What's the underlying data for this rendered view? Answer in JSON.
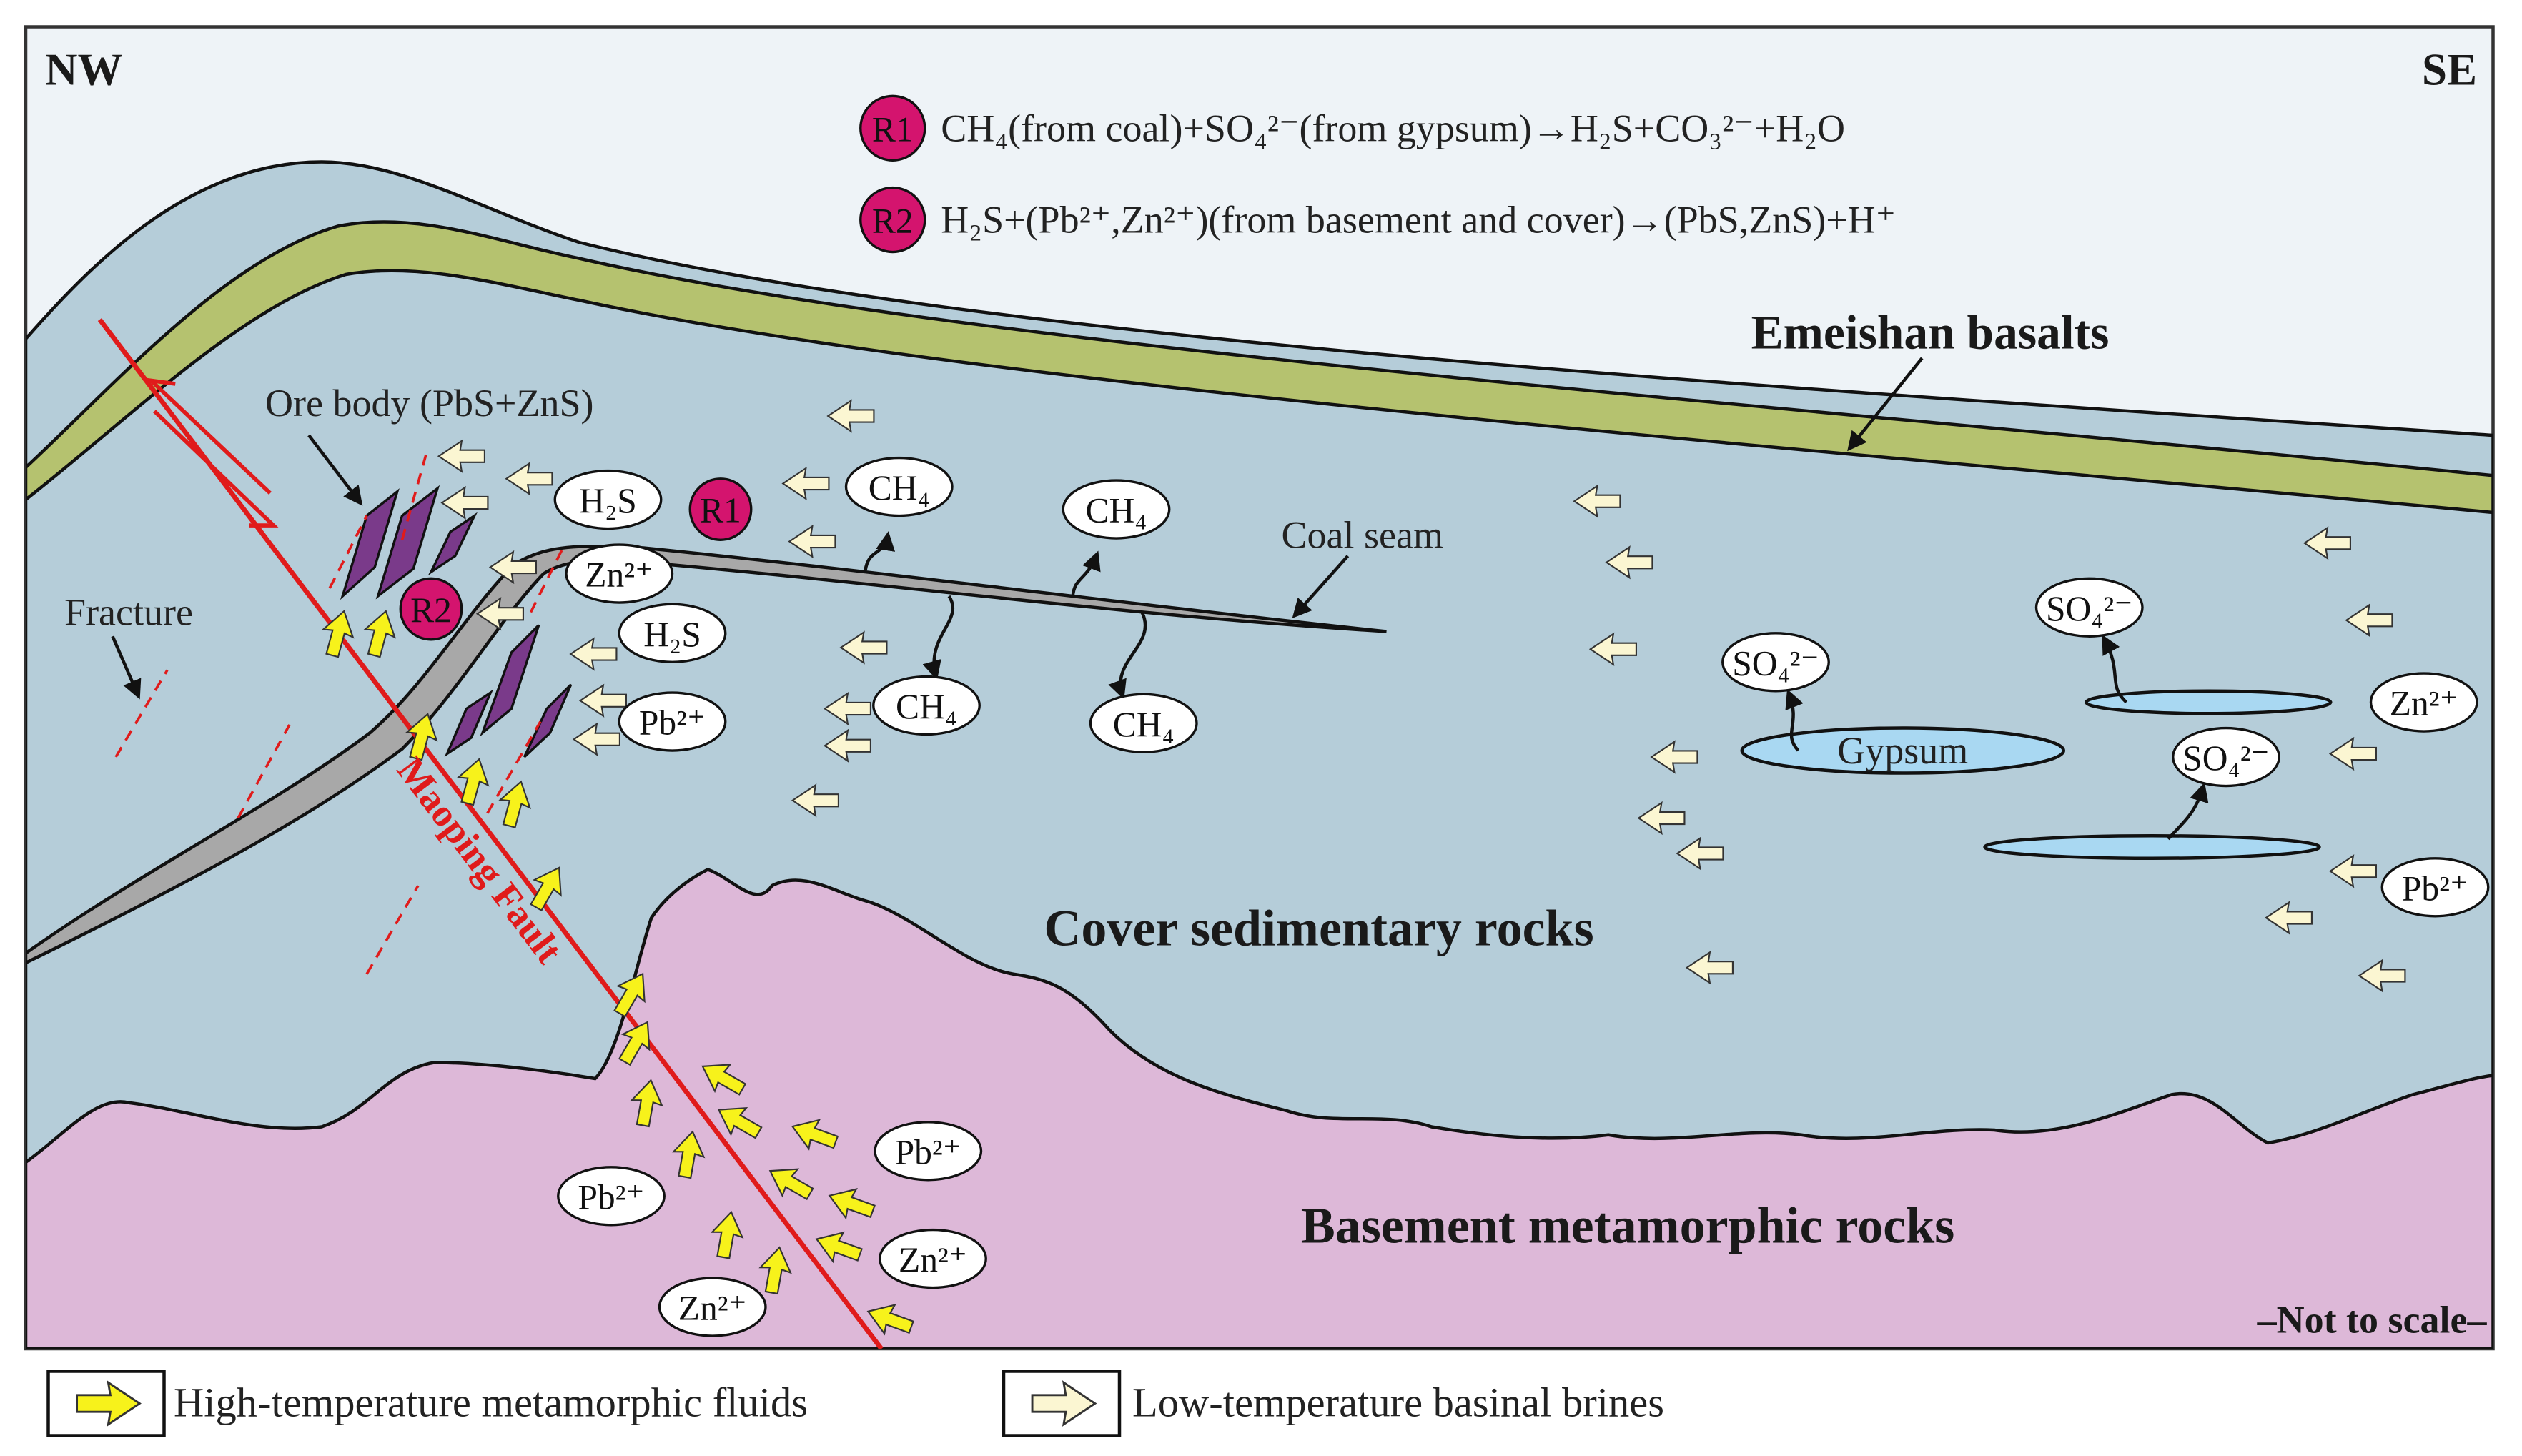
{
  "orientation": {
    "left": "NW",
    "right": "SE"
  },
  "reactions": [
    {
      "badge": "R1",
      "equation": "CH₄(from coal)+SO₄²⁻(from gypsum)→H₂S+CO₃²⁻+H₂O"
    },
    {
      "badge": "R2",
      "equation": "H₂S+(Pb²⁺,Zn²⁺)(from basement and cover)→(PbS,ZnS)+H⁺"
    }
  ],
  "labels": {
    "basalts": "Emeishan basalts",
    "ore_body": "Ore body (PbS+ZnS)",
    "coal_seam": "Coal seam",
    "fracture": "Fracture",
    "fault": "Maoping Fault",
    "cover": "Cover sedimentary rocks",
    "basement": "Basement metamorphic rocks",
    "gypsum": "Gypsum",
    "scale_note": "–Not to scale–"
  },
  "species": {
    "h2s": "H₂S",
    "zn": "Zn²⁺",
    "pb": "Pb²⁺",
    "ch4": "CH₄",
    "so4": "SO₄²⁻",
    "r1": "R1",
    "r2": "R2"
  },
  "legend": {
    "high_temp": "High-temperature metamorphic fluids",
    "low_temp": "Low-temperature basinal brines"
  },
  "colors": {
    "cover": "#b5cdd9",
    "basement": "#ddb8d8",
    "basalt_band": "#b5c26f",
    "gypsum": "#a9d8f2",
    "fault": "#e01b1b",
    "ore": "#7a3a8a",
    "badge": "#d4146e",
    "high_temp_arrow": "#f7f21b",
    "low_temp_arrow": "#fbf6d2"
  }
}
